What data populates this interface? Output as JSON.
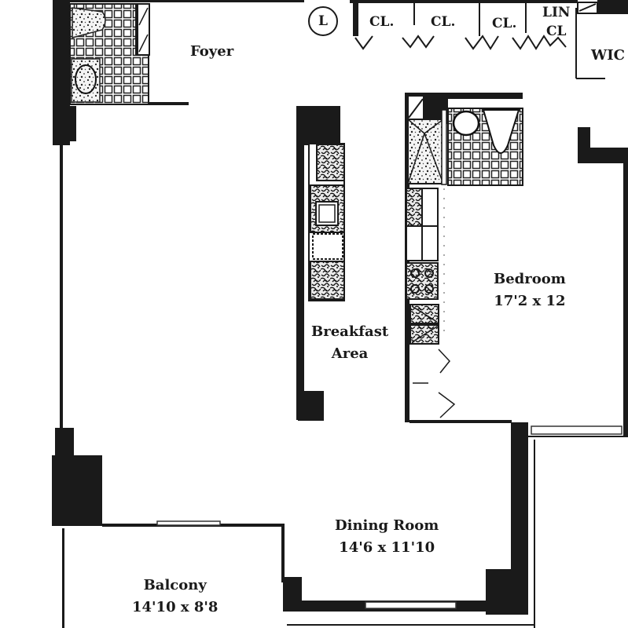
{
  "plan": {
    "type": "apartment floor plan",
    "wall_color": "#1a1a1a",
    "background_color": "#ffffff",
    "rooms": [
      {
        "id": "foyer",
        "name": "Foyer",
        "dimensions": ""
      },
      {
        "id": "breakfast",
        "name": "Breakfast",
        "name2": "Area",
        "dimensions": ""
      },
      {
        "id": "bedroom",
        "name": "Bedroom",
        "dimensions": "17'2 x 12"
      },
      {
        "id": "dining",
        "name": "Dining Room",
        "dimensions": "14'6 x 11'10"
      },
      {
        "id": "balcony",
        "name": "Balcony",
        "dimensions": "14'10 x 8'8"
      },
      {
        "id": "wic",
        "name": "WIC",
        "dimensions": ""
      }
    ],
    "closets": [
      {
        "label": "CL."
      },
      {
        "label": "CL."
      },
      {
        "label": "CL."
      },
      {
        "label_line1": "LIN",
        "label_line2": "CL"
      }
    ],
    "markers": {
      "laundry": "L"
    },
    "fixtures": [
      "bathroom-1-tub",
      "bathroom-1-sink",
      "bathroom-2-shower",
      "bathroom-2-sink",
      "kitchen-sink",
      "kitchen-range",
      "kitchen-refrigerator",
      "dishwasher"
    ]
  }
}
